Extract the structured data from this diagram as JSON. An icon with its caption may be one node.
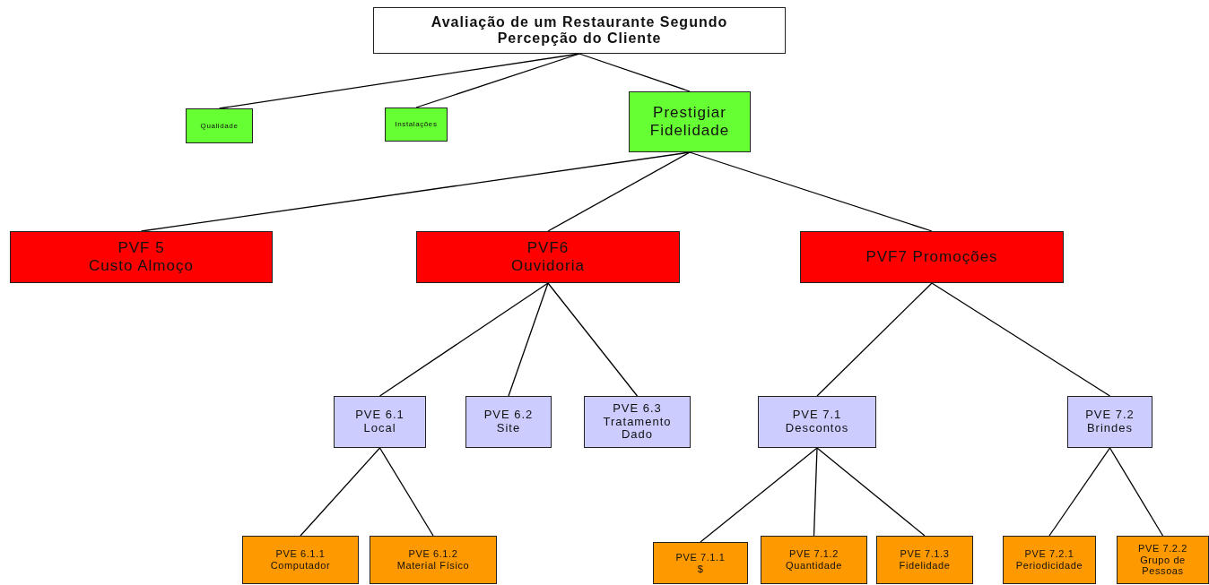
{
  "diagram": {
    "nodes": [
      {
        "text": [
          "Avaliação de um Restaurante Segundo Percepção do Cliente"
        ]
      },
      {
        "text": [
          "Qualidade"
        ]
      },
      {
        "text": [
          "Instalações"
        ]
      },
      {
        "text": [
          "Prestigiar Fidelidade"
        ]
      },
      {
        "text": [
          "PVF 5",
          "Custo Almoço"
        ]
      },
      {
        "text": [
          "PVF6",
          "Ouvidoria"
        ]
      },
      {
        "text": [
          "PVF7 Promoções"
        ]
      },
      {
        "text": [
          "PVE 6.1",
          "Local"
        ]
      },
      {
        "text": [
          "PVE 6.2",
          "Site"
        ]
      },
      {
        "text": [
          "PVE 6.3",
          "Tratamento Dado"
        ]
      },
      {
        "text": [
          "PVE 7.1",
          "Descontos"
        ]
      },
      {
        "text": [
          "PVE 7.2",
          "Brindes"
        ]
      },
      {
        "text": [
          "PVE 6.1.1",
          "Computador"
        ]
      },
      {
        "text": [
          "PVE 6.1.2",
          "Material Físico"
        ]
      },
      {
        "text": [
          "PVE 7.1.1",
          "$"
        ]
      },
      {
        "text": [
          "PVE 7.1.2",
          "Quantidade"
        ]
      },
      {
        "text": [
          "PVE 7.1.3",
          "Fidelidade"
        ]
      },
      {
        "text": [
          "PVE 7.2.1",
          "Periodicidade"
        ]
      },
      {
        "text": [
          "PVE 7.2.2",
          "Grupo de Pessoas"
        ]
      }
    ],
    "edges": [
      {
        "from": 0,
        "to": 1,
        "arrow": "none"
      },
      {
        "from": 0,
        "to": 2,
        "arrow": "none"
      },
      {
        "from": 0,
        "to": 3,
        "arrow": "none"
      },
      {
        "from": 3,
        "to": 4,
        "arrow": "none"
      },
      {
        "from": 3,
        "to": 5,
        "arrow": "none"
      },
      {
        "from": 3,
        "to": 6,
        "arrow": "none"
      },
      {
        "from": 5,
        "to": 7,
        "arrow": "none"
      },
      {
        "from": 5,
        "to": 8,
        "arrow": "none"
      },
      {
        "from": 5,
        "to": 9,
        "arrow": "none"
      },
      {
        "from": 6,
        "to": 10,
        "arrow": "none"
      },
      {
        "from": 6,
        "to": 11,
        "arrow": "none"
      },
      {
        "from": 7,
        "to": 12,
        "arrow": "none"
      },
      {
        "from": 7,
        "to": 13,
        "arrow": "none"
      },
      {
        "from": 10,
        "to": 14,
        "arrow": "none"
      },
      {
        "from": 10,
        "to": 15,
        "arrow": "none"
      },
      {
        "from": 10,
        "to": 16,
        "arrow": "none"
      },
      {
        "from": 11,
        "to": 17,
        "arrow": "none"
      },
      {
        "from": 11,
        "to": 18,
        "arrow": "none"
      }
    ]
  }
}
